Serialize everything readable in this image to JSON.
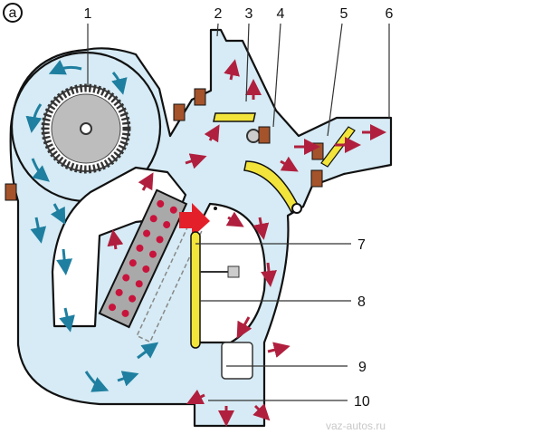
{
  "figure_tag": "a",
  "labels": [
    "1",
    "2",
    "3",
    "4",
    "5",
    "6",
    "7",
    "8",
    "9",
    "10"
  ],
  "watermark": "vaz-autos.ru",
  "colors": {
    "housing": "#d6ebf5",
    "cold_air": "#1f7fa0",
    "warm_air": "#b0203e",
    "flap": "#f2e43a",
    "heater_core": "#a9a9a9",
    "seal": "#a5532a"
  }
}
